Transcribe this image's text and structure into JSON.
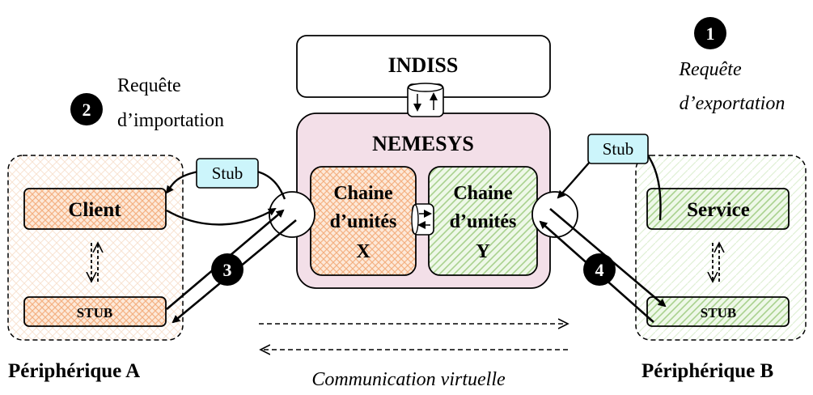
{
  "indiss": {
    "label": "INDISS"
  },
  "nemesys": {
    "label": "NEMESYS",
    "chain_x": {
      "line1": "Chaine",
      "line2": "d’unités",
      "line3": "X"
    },
    "chain_y": {
      "line1": "Chaine",
      "line2": "d’unités",
      "line3": "Y"
    }
  },
  "device_a": {
    "label": "Périphérique A",
    "client_label": "Client",
    "stub_label": "STUB",
    "stub_tag": "Stub"
  },
  "device_b": {
    "label": "Périphérique B",
    "service_label": "Service",
    "stub_label": "STUB",
    "stub_tag": "Stub"
  },
  "steps": [
    {
      "number": "1",
      "label_line1": "Requête",
      "label_line2": "d’exportation"
    },
    {
      "number": "2",
      "label_line1": "Requête",
      "label_line2": "d’importation"
    },
    {
      "number": "3"
    },
    {
      "number": "4"
    }
  ],
  "virtual_communication": {
    "label": "Communication virtuelle"
  },
  "colors": {
    "nemesys_fill": "#f3dfe8",
    "orange_hatch": "#f4b183",
    "green_hatch": "#a9d18e",
    "stub_tag_fill": "#ccf5fb",
    "black": "#000000"
  }
}
